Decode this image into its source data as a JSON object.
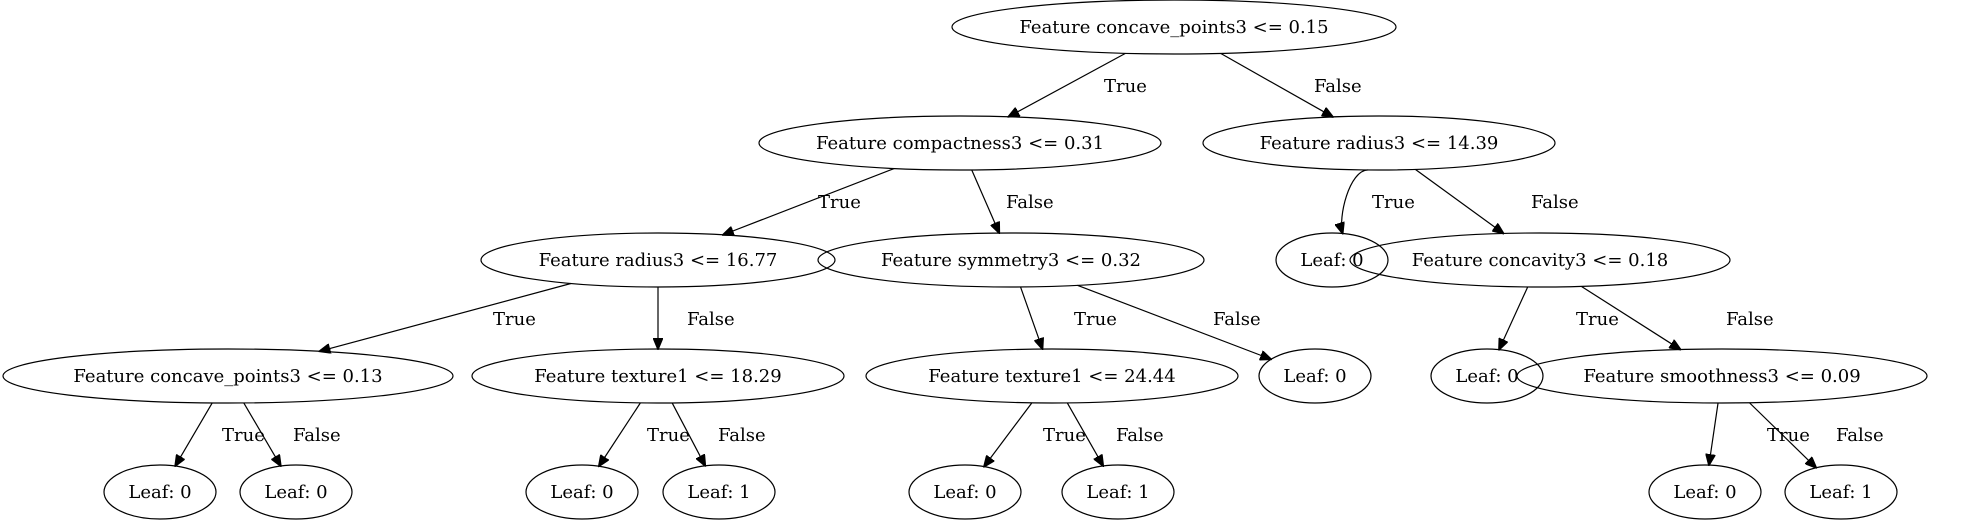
{
  "tree": {
    "nodes": [
      {
        "id": "n0",
        "label": "Feature concave_points3 <= 0.15"
      },
      {
        "id": "n1",
        "label": "Feature compactness3 <= 0.31"
      },
      {
        "id": "n2",
        "label": "Feature radius3 <= 14.39"
      },
      {
        "id": "n3",
        "label": "Feature radius3 <= 16.77"
      },
      {
        "id": "n4",
        "label": "Feature symmetry3 <= 0.32"
      },
      {
        "id": "n5",
        "label": "Leaf: 0"
      },
      {
        "id": "n6",
        "label": "Feature concavity3 <= 0.18"
      },
      {
        "id": "n7",
        "label": "Feature concave_points3 <= 0.13"
      },
      {
        "id": "n8",
        "label": "Feature texture1 <= 18.29"
      },
      {
        "id": "n9",
        "label": "Feature texture1 <= 24.44"
      },
      {
        "id": "n10",
        "label": "Leaf: 0"
      },
      {
        "id": "n11",
        "label": "Leaf: 0"
      },
      {
        "id": "n12",
        "label": "Feature smoothness3 <= 0.09"
      },
      {
        "id": "n13",
        "label": "Leaf: 0"
      },
      {
        "id": "n14",
        "label": "Leaf: 0"
      },
      {
        "id": "n15",
        "label": "Leaf: 0"
      },
      {
        "id": "n16",
        "label": "Leaf: 1"
      },
      {
        "id": "n17",
        "label": "Leaf: 0"
      },
      {
        "id": "n18",
        "label": "Leaf: 1"
      },
      {
        "id": "n19",
        "label": "Leaf: 0"
      },
      {
        "id": "n20",
        "label": "Leaf: 1"
      }
    ],
    "edges": [
      {
        "from": "n0",
        "to": "n1",
        "label": "True"
      },
      {
        "from": "n0",
        "to": "n2",
        "label": "False"
      },
      {
        "from": "n1",
        "to": "n3",
        "label": "True"
      },
      {
        "from": "n1",
        "to": "n4",
        "label": "False"
      },
      {
        "from": "n2",
        "to": "n5",
        "label": "True"
      },
      {
        "from": "n2",
        "to": "n6",
        "label": "False"
      },
      {
        "from": "n3",
        "to": "n7",
        "label": "True"
      },
      {
        "from": "n3",
        "to": "n8",
        "label": "False"
      },
      {
        "from": "n4",
        "to": "n9",
        "label": "True"
      },
      {
        "from": "n4",
        "to": "n10",
        "label": "False"
      },
      {
        "from": "n6",
        "to": "n11",
        "label": "True"
      },
      {
        "from": "n6",
        "to": "n12",
        "label": "False"
      },
      {
        "from": "n7",
        "to": "n13",
        "label": "True"
      },
      {
        "from": "n7",
        "to": "n14",
        "label": "False"
      },
      {
        "from": "n8",
        "to": "n15",
        "label": "True"
      },
      {
        "from": "n8",
        "to": "n16",
        "label": "False"
      },
      {
        "from": "n9",
        "to": "n17",
        "label": "True"
      },
      {
        "from": "n9",
        "to": "n18",
        "label": "False"
      },
      {
        "from": "n12",
        "to": "n19",
        "label": "True"
      },
      {
        "from": "n12",
        "to": "n20",
        "label": "False"
      }
    ]
  }
}
